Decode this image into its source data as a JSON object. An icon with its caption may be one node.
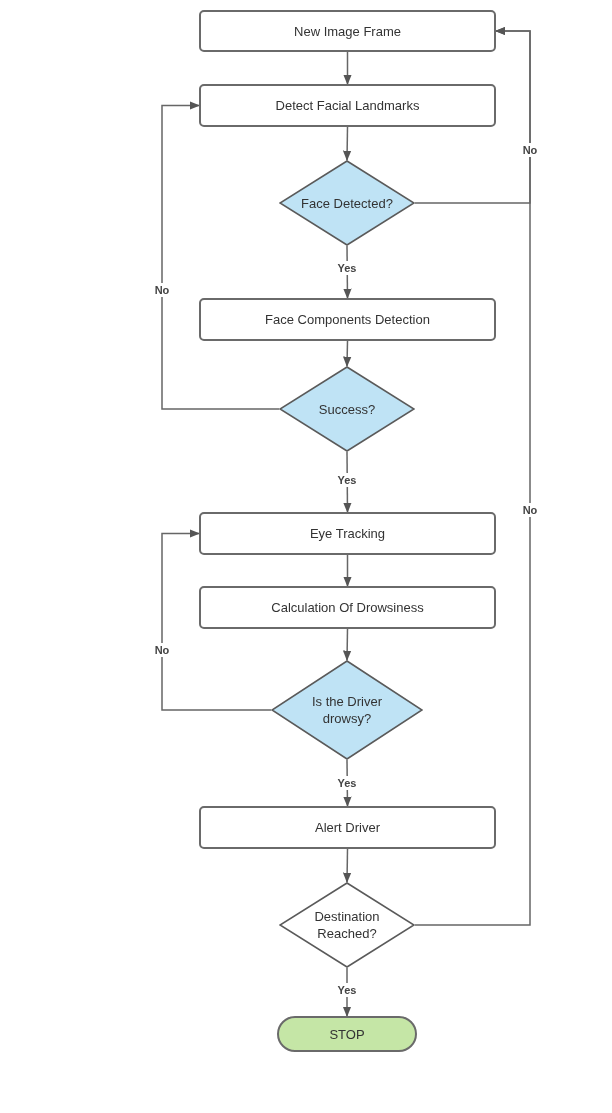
{
  "diagram": {
    "nodes": [
      {
        "text": [
          "New Image Frame"
        ]
      },
      {
        "text": [
          "Detect Facial Landmarks"
        ]
      },
      {
        "text": [
          "Face Detected?"
        ]
      },
      {
        "text": [
          "Face Components Detection"
        ]
      },
      {
        "text": [
          "Success?"
        ]
      },
      {
        "text": [
          "Eye Tracking"
        ]
      },
      {
        "text": [
          "Calculation Of Drowsiness"
        ]
      },
      {
        "text": [
          "Is the Driver drowsy?"
        ]
      },
      {
        "text": [
          "Alert Driver"
        ]
      },
      {
        "text": [
          "Destination Reached?"
        ]
      },
      {
        "text": [
          "STOP"
        ]
      }
    ],
    "edges": [
      {
        "from": 0,
        "to": 1,
        "arrow": "to"
      },
      {
        "from": 1,
        "to": 2,
        "arrow": "to"
      },
      {
        "from": 2,
        "to": 3,
        "arrow": "to",
        "label": "Yes"
      },
      {
        "from": 2,
        "to": 0,
        "arrow": "to",
        "label": "No"
      },
      {
        "from": 3,
        "to": 4,
        "arrow": "to"
      },
      {
        "from": 4,
        "to": 1,
        "arrow": "to",
        "label": "No"
      },
      {
        "from": 4,
        "to": 5,
        "arrow": "to",
        "label": "Yes"
      },
      {
        "from": 5,
        "to": 6,
        "arrow": "to"
      },
      {
        "from": 6,
        "to": 7,
        "arrow": "to"
      },
      {
        "from": 7,
        "to": 5,
        "arrow": "to",
        "label": "No"
      },
      {
        "from": 7,
        "to": 8,
        "arrow": "to",
        "label": "Yes"
      },
      {
        "from": 8,
        "to": 9,
        "arrow": "to"
      },
      {
        "from": 9,
        "to": 0,
        "arrow": "to",
        "label": "No"
      },
      {
        "from": 9,
        "to": 10,
        "arrow": "to",
        "label": "Yes"
      }
    ]
  }
}
